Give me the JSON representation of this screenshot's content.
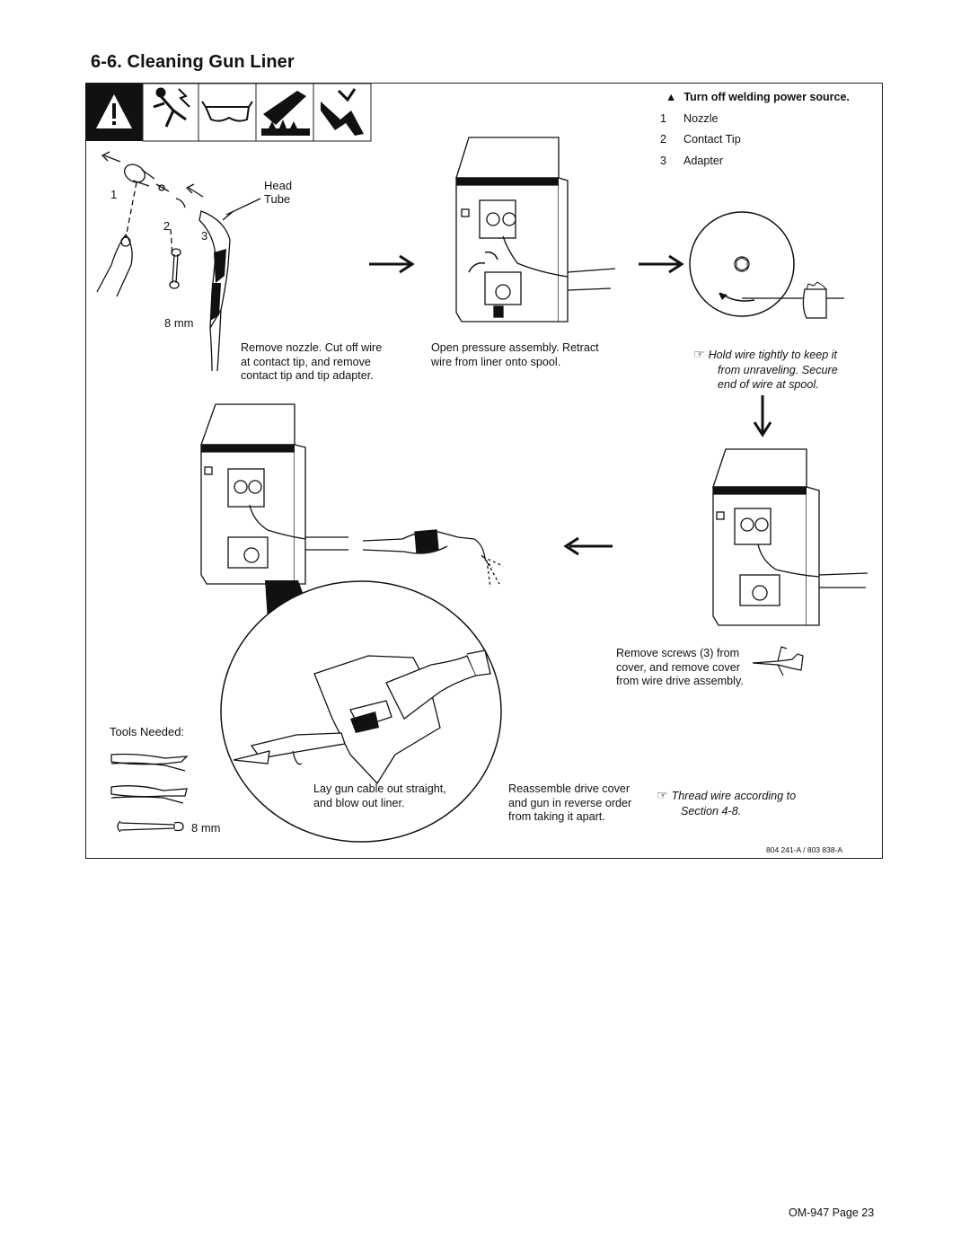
{
  "title": "6-6.   Cleaning Gun Liner",
  "warning": {
    "symbol": "▲",
    "text": "Turn off welding power source."
  },
  "legend": [
    {
      "num": "1",
      "label": "Nozzle"
    },
    {
      "num": "2",
      "label": "Contact Tip"
    },
    {
      "num": "3",
      "label": "Adapter"
    }
  ],
  "gun_labels": {
    "head": "Head",
    "tube": "Tube",
    "n1": "1",
    "n2": "2",
    "n3": "3",
    "wrench_size": "8 mm"
  },
  "captions": {
    "remove_nozzle": [
      "Remove nozzle. Cut off wire",
      "at contact tip, and remove",
      "contact tip and tip adapter."
    ],
    "open_pressure": [
      "Open pressure assembly. Retract",
      "wire from liner onto spool."
    ],
    "hold_wire": [
      "Hold wire tightly to keep it",
      "from unraveling. Secure",
      "end of wire at spool."
    ],
    "remove_screws": [
      "Remove screws (3) from",
      "cover, and remove cover",
      "from wire drive assembly."
    ],
    "lay_gun": [
      "Lay gun cable out straight,",
      "and blow out liner."
    ],
    "reassemble": [
      "Reassemble drive cover",
      "and gun in reverse order",
      "from taking it apart."
    ],
    "thread_wire": [
      "Thread wire according to",
      "Section 4-8."
    ]
  },
  "tools": {
    "heading": "Tools Needed:",
    "wrench_size": "8 mm"
  },
  "figure_code": "804 241-A / 803 838-A",
  "footer": "OM-947 Page 23",
  "icons": [
    "warning-icon",
    "electric-shock-icon",
    "safety-glasses-icon",
    "hot-surface-icon",
    "moving-parts-icon",
    "pointing-hand-icon"
  ]
}
